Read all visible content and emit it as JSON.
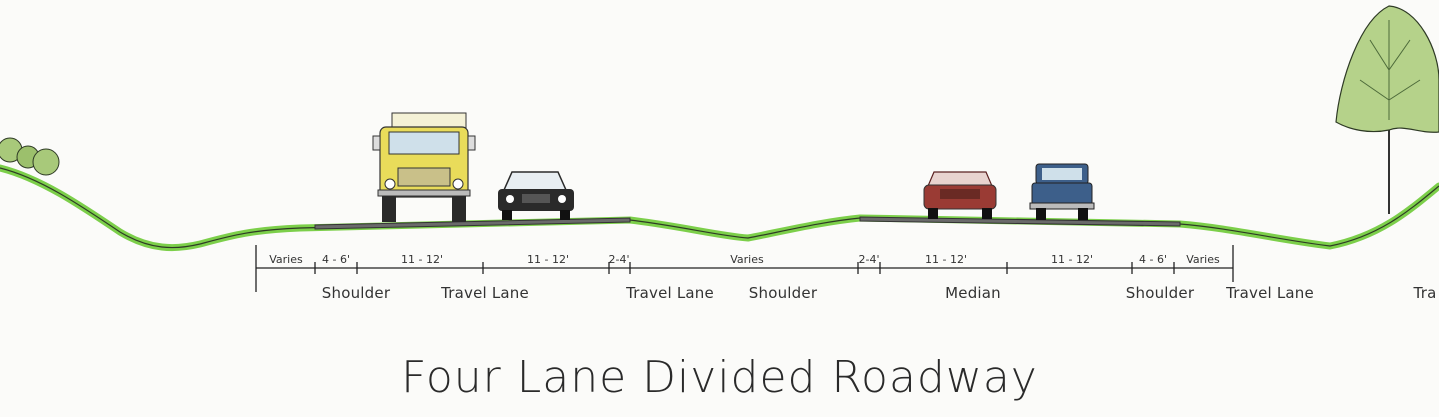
{
  "title": "Four Lane Divided Roadway",
  "dimensions": [
    {
      "id": "d1",
      "text": "Varies"
    },
    {
      "id": "d2",
      "text": "4 - 6'"
    },
    {
      "id": "d3",
      "text": "11 - 12'"
    },
    {
      "id": "d4",
      "text": "11 - 12'"
    },
    {
      "id": "d5",
      "text": "2-4'"
    },
    {
      "id": "d6",
      "text": "Varies"
    },
    {
      "id": "d7",
      "text": "2-4'"
    },
    {
      "id": "d8",
      "text": "11 - 12'"
    },
    {
      "id": "d9",
      "text": "11 - 12'"
    },
    {
      "id": "d10",
      "text": "4 - 6'"
    },
    {
      "id": "d11",
      "text": "Varies"
    }
  ],
  "labels": [
    {
      "id": "l1",
      "text": "Shoulder"
    },
    {
      "id": "l2",
      "text": "Travel Lane"
    },
    {
      "id": "l3",
      "text": "Travel Lane"
    },
    {
      "id": "l4",
      "text": "Shoulder"
    },
    {
      "id": "l5",
      "text": "Median"
    },
    {
      "id": "l6",
      "text": "Shoulder"
    },
    {
      "id": "l7",
      "text": "Travel Lane"
    },
    {
      "id": "l8",
      "text": "Tra"
    }
  ],
  "colors": {
    "grass": "#7ccf4a",
    "pavement": "#6a6a6a",
    "truck": "#e9dc5a",
    "car_black": "#2a2a2a",
    "car_red": "#9a3b34",
    "car_blue": "#3d5f8a",
    "tree_foliage": "#a8c97a"
  }
}
